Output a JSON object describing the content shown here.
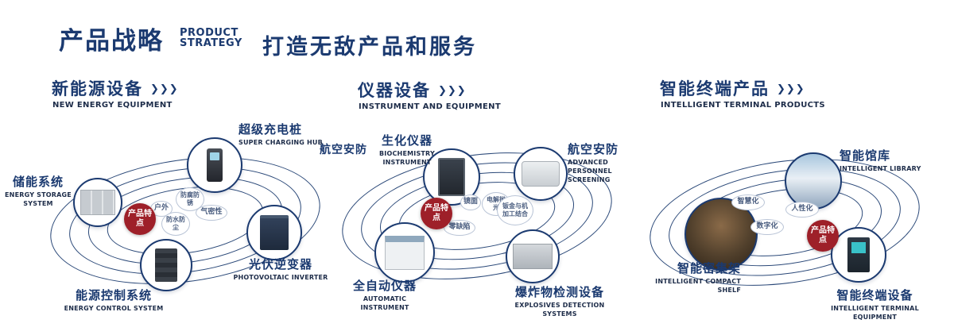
{
  "colors": {
    "navy": "#1b3a70",
    "red": "#9e2029"
  },
  "icons": {
    "triple_chevron": "❯❯❯"
  },
  "header": {
    "title": "产品战略",
    "subtitle_lines": [
      "PRODUCT",
      "STRATEGY"
    ],
    "tagline": "打造无敌产品和服务"
  },
  "sections": [
    {
      "title": "新能源设备",
      "subtitle": "NEW ENERGY EQUIPMENT",
      "center_badge": "产品特点",
      "tags": [
        "户外",
        "防腐防锈",
        "气密性",
        "防水防尘"
      ],
      "products": [
        {
          "name": "超级充电桩",
          "en": "SUPER CHARGING HUB"
        },
        {
          "name": "储能系统",
          "en": "ENERGY STORAGE SYSTEM"
        },
        {
          "name": "光伏逆变器",
          "en": "PHOTOVOLTAIC INVERTER"
        },
        {
          "name": "能源控制系统",
          "en": "ENERGY CONTROL SYSTEM"
        }
      ]
    },
    {
      "title": "仪器设备",
      "subtitle": "INSTRUMENT AND EQUIPMENT",
      "center_badge": "产品特点",
      "extra_label": "航空安防",
      "tags": [
        "镜面",
        "电解抛光",
        "零缺陷",
        "钣金与机加工结合"
      ],
      "products": [
        {
          "name": "生化仪器",
          "en": "BIOCHEMISTRY INSTRUMENT"
        },
        {
          "name": "航空安防",
          "en": "ADVANCED PERSONNEL SCREENING"
        },
        {
          "name": "全自动仪器",
          "en": "AUTOMATIC INSTRUMENT"
        },
        {
          "name": "爆炸物检测设备",
          "en": "EXPLOSIVES DETECTION SYSTEMS"
        }
      ]
    },
    {
      "title": "智能终端产品",
      "subtitle": "INTELLIGENT TERMINAL PRODUCTS",
      "center_badge": "产品特点",
      "tags": [
        "智慧化",
        "人性化",
        "数字化"
      ],
      "products": [
        {
          "name": "智能馆库",
          "en": "INTELLIGENT LIBRARY"
        },
        {
          "name": "智能密集架",
          "en": "INTELLIGENT COMPACT SHELF"
        },
        {
          "name": "智能终端设备",
          "en": "INTELLIGENT TERMINAL EQUIPMENT"
        }
      ]
    }
  ]
}
